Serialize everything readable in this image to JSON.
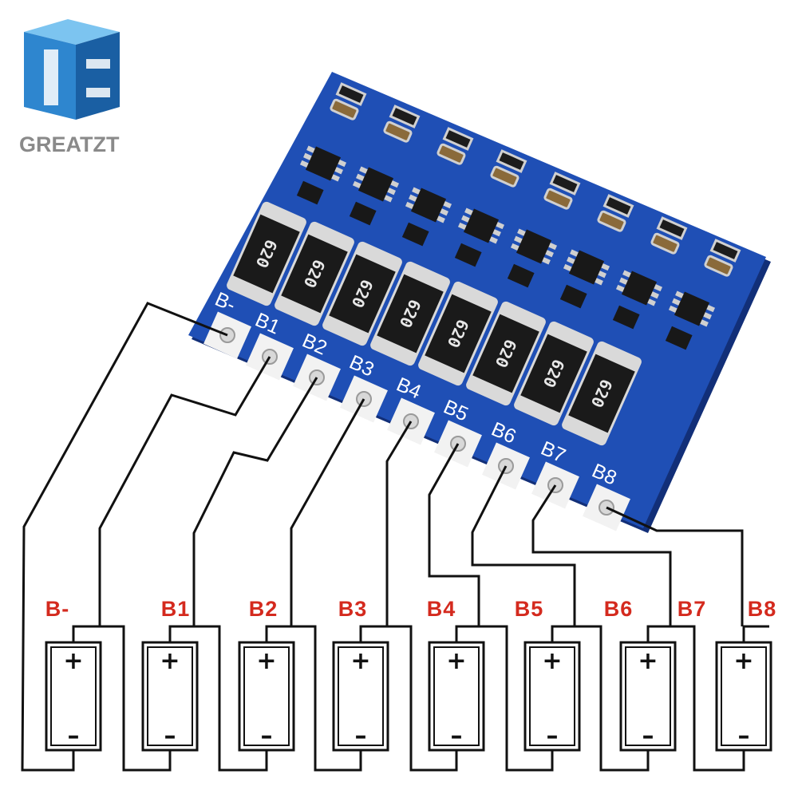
{
  "brand": {
    "name": "GREATZT",
    "colors": {
      "logo_light": "#5fb3e8",
      "logo_mid": "#2e86cf",
      "logo_dark": "#1a5fa3",
      "text": "#8a8a8a"
    }
  },
  "board": {
    "color": "#1f4fb5",
    "pads": [
      "B-",
      "B1",
      "B2",
      "B3",
      "B4",
      "B5",
      "B6",
      "B7",
      "B8"
    ],
    "resistor_code": "620"
  },
  "cells": {
    "labels": [
      "B-",
      "B1",
      "B2",
      "B3",
      "B4",
      "B5",
      "B6",
      "B7",
      "B8"
    ],
    "label_color": "#d42a1e",
    "count": 8,
    "plus": "+",
    "minus": "–"
  },
  "wiring": {
    "color": "#111111"
  }
}
